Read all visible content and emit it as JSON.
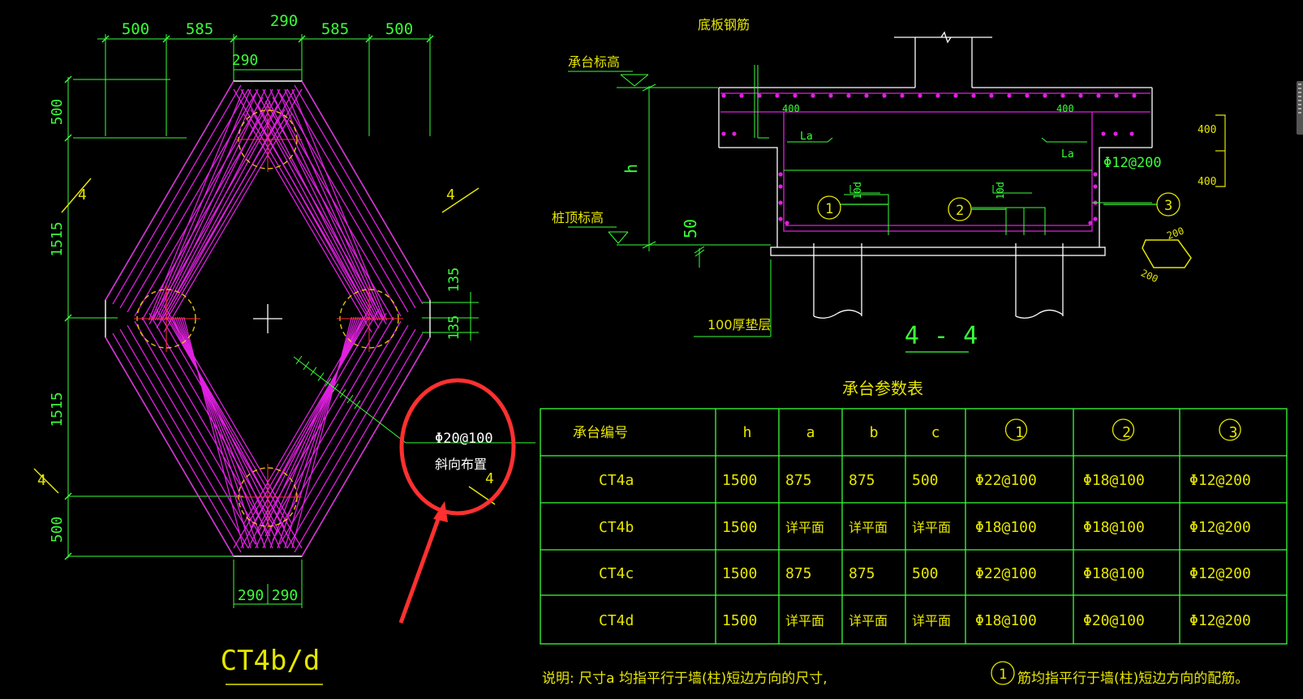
{
  "plan": {
    "dims_top": [
      "500",
      "585",
      "290",
      "585",
      "500"
    ],
    "dim_top_inner": "290",
    "dims_left": [
      "500",
      "1515",
      "1515",
      "500"
    ],
    "dims_right": [
      "135",
      "135"
    ],
    "dims_bottom": [
      "290",
      "290"
    ],
    "section_marks": [
      "4",
      "4",
      "4",
      "4"
    ],
    "rebar_note_1": "Φ20@100",
    "rebar_note_2": "斜向布置",
    "title": "CT4b/d"
  },
  "section": {
    "label_bottom_rebar": "底板钢筋",
    "label_cap_elev": "承台标高",
    "label_pile_elev": "桩顶标高",
    "label_h": "h",
    "label_50": "50",
    "label_cushion": "100厚垫层",
    "label_400_left": "400",
    "label_400_right": "400",
    "label_la_left": "La",
    "label_la_right": "La",
    "label_10d_1": "10d",
    "label_10d_2": "10d",
    "side_rebar": "Φ12@200",
    "dim_400_top": "400",
    "dim_400_bottom": "400",
    "markers": [
      "1",
      "2",
      "3"
    ],
    "stirrup_dim_1": "200",
    "stirrup_dim_2": "200",
    "title": "4 - 4"
  },
  "table": {
    "title": "承台参数表",
    "headers": [
      "承台编号",
      "h",
      "a",
      "b",
      "c",
      "1",
      "2",
      "3"
    ],
    "rows": [
      [
        "CT4a",
        "1500",
        "875",
        "875",
        "500",
        "Φ22@100",
        "Φ18@100",
        "Φ12@200"
      ],
      [
        "CT4b",
        "1500",
        "详平面",
        "详平面",
        "详平面",
        "Φ18@100",
        "Φ18@100",
        "Φ12@200"
      ],
      [
        "CT4c",
        "1500",
        "875",
        "875",
        "500",
        "Φ22@100",
        "Φ18@100",
        "Φ12@200"
      ],
      [
        "CT4d",
        "1500",
        "详平面",
        "详平面",
        "详平面",
        "Φ18@100",
        "Φ20@100",
        "Φ12@200"
      ]
    ]
  },
  "notes": {
    "left": "说明: 尺寸a 均指平行于墙(柱)短边方向的尺寸,",
    "marker": "1",
    "right": "筋均指平行于墙(柱)短边方向的配筋。"
  },
  "colors": {
    "background": "#000000",
    "dimension": "#39ff39",
    "label": "#e6e600",
    "outline": "#ffffff",
    "rebar": "#e020e0",
    "pile_circle": "#e6c200",
    "annotation_highlight": "#ff3030"
  }
}
